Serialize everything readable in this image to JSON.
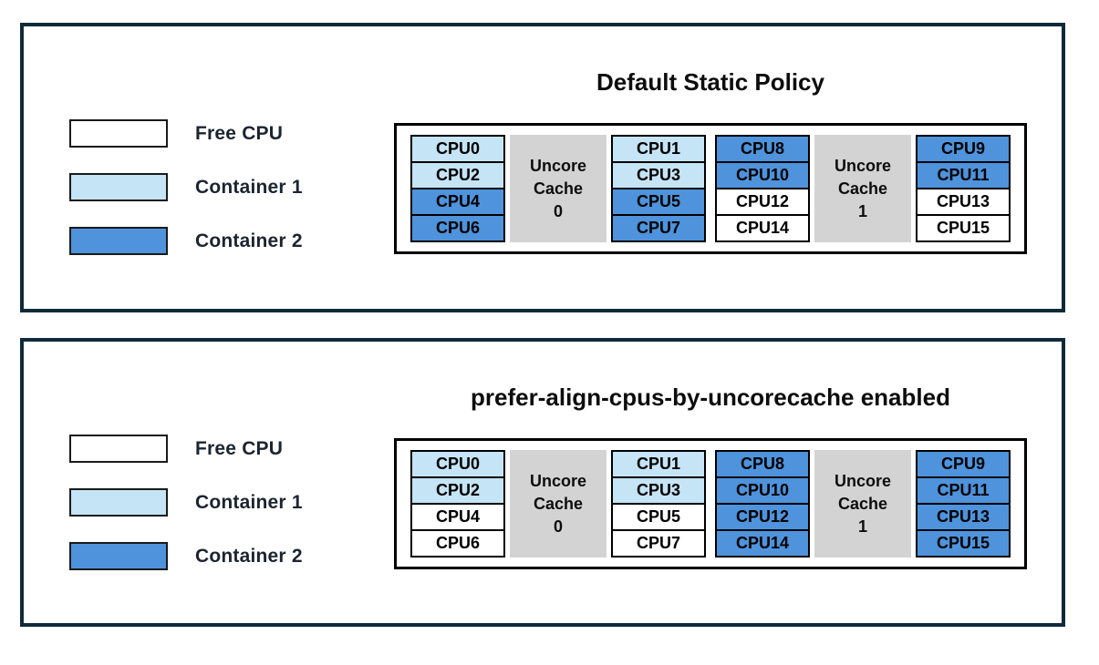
{
  "colors": {
    "free": "#ffffff",
    "container1": "#c5e4f5",
    "container2": "#4e93db",
    "uncore": "#d3d3d3",
    "panel_border": "#0f2a3a"
  },
  "legend": {
    "items": [
      {
        "name": "free",
        "label": "Free CPU",
        "color": "#ffffff"
      },
      {
        "name": "container1",
        "label": "Container 1",
        "color": "#c5e4f5"
      },
      {
        "name": "container2",
        "label": "Container 2",
        "color": "#4e93db"
      }
    ]
  },
  "panels": [
    {
      "title": "Default Static Policy",
      "groups": [
        {
          "cache_label": [
            "Uncore",
            "Cache",
            "0"
          ],
          "left_cpus": [
            {
              "label": "CPU0",
              "state": "container1"
            },
            {
              "label": "CPU2",
              "state": "container1"
            },
            {
              "label": "CPU4",
              "state": "container2"
            },
            {
              "label": "CPU6",
              "state": "container2"
            }
          ],
          "right_cpus": [
            {
              "label": "CPU1",
              "state": "container1"
            },
            {
              "label": "CPU3",
              "state": "container1"
            },
            {
              "label": "CPU5",
              "state": "container2"
            },
            {
              "label": "CPU7",
              "state": "container2"
            }
          ]
        },
        {
          "cache_label": [
            "Uncore",
            "Cache",
            "1"
          ],
          "left_cpus": [
            {
              "label": "CPU8",
              "state": "container2"
            },
            {
              "label": "CPU10",
              "state": "container2"
            },
            {
              "label": "CPU12",
              "state": "free"
            },
            {
              "label": "CPU14",
              "state": "free"
            }
          ],
          "right_cpus": [
            {
              "label": "CPU9",
              "state": "container2"
            },
            {
              "label": "CPU11",
              "state": "container2"
            },
            {
              "label": "CPU13",
              "state": "free"
            },
            {
              "label": "CPU15",
              "state": "free"
            }
          ]
        }
      ]
    },
    {
      "title": "prefer-align-cpus-by-uncorecache enabled",
      "groups": [
        {
          "cache_label": [
            "Uncore",
            "Cache",
            "0"
          ],
          "left_cpus": [
            {
              "label": "CPU0",
              "state": "container1"
            },
            {
              "label": "CPU2",
              "state": "container1"
            },
            {
              "label": "CPU4",
              "state": "free"
            },
            {
              "label": "CPU6",
              "state": "free"
            }
          ],
          "right_cpus": [
            {
              "label": "CPU1",
              "state": "container1"
            },
            {
              "label": "CPU3",
              "state": "container1"
            },
            {
              "label": "CPU5",
              "state": "free"
            },
            {
              "label": "CPU7",
              "state": "free"
            }
          ]
        },
        {
          "cache_label": [
            "Uncore",
            "Cache",
            "1"
          ],
          "left_cpus": [
            {
              "label": "CPU8",
              "state": "container2"
            },
            {
              "label": "CPU10",
              "state": "container2"
            },
            {
              "label": "CPU12",
              "state": "container2"
            },
            {
              "label": "CPU14",
              "state": "container2"
            }
          ],
          "right_cpus": [
            {
              "label": "CPU9",
              "state": "container2"
            },
            {
              "label": "CPU11",
              "state": "container2"
            },
            {
              "label": "CPU13",
              "state": "container2"
            },
            {
              "label": "CPU15",
              "state": "container2"
            }
          ]
        }
      ]
    }
  ]
}
